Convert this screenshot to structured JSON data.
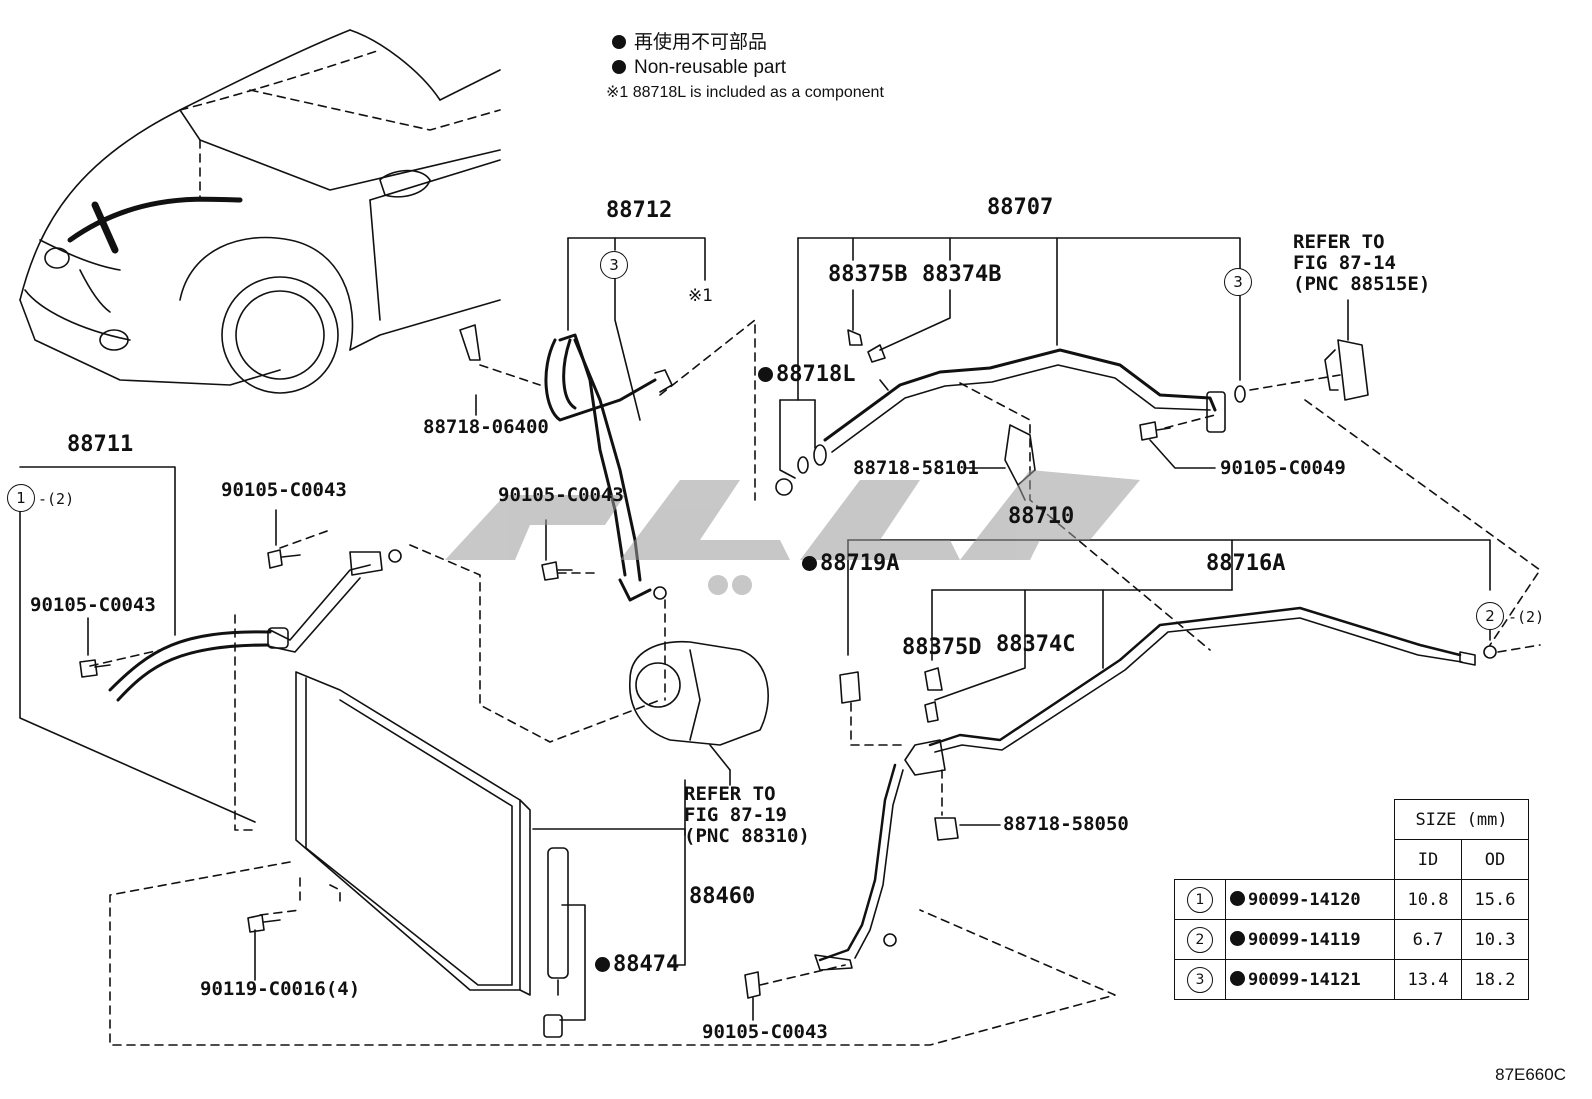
{
  "legend": {
    "jp": "再使用不可部品",
    "en": "Non-reusable part",
    "note": "※1  88718L is included as a component"
  },
  "labels": {
    "p88712": "88712",
    "p88707": "88707",
    "p88711": "88711",
    "p88710": "88710",
    "p88460": "88460",
    "p88474": "88474",
    "p88375B": "88375B",
    "p88374B": "88374B",
    "p88718L": "88718L",
    "p88718_06400": "88718-06400",
    "p88718_58101": "88718-58101",
    "p88719A": "88719A",
    "p88716A": "88716A",
    "p88375D": "88375D",
    "p88374C": "88374C",
    "p88718_58050": "88718-58050",
    "bolt_a": "90105-C0043",
    "bolt_b": "90105-C0043",
    "bolt_c": "90105-C0043",
    "bolt_d": "90105-C0043",
    "bolt_e": "90105-C0049",
    "bolt_f": "90119-C0016(4)",
    "ref_1": "※1",
    "circle_1": "1",
    "circle_1_qty": "-(2)",
    "circle_2": "2",
    "circle_2_qty": "-(2)",
    "circle_3a": "3",
    "circle_3b": "3"
  },
  "refer_a": {
    "l1": "REFER TO",
    "l2": "FIG 87-14",
    "l3": "(PNC 88515E)"
  },
  "refer_b": {
    "l1": "REFER TO",
    "l2": "FIG 87-19",
    "l3": "(PNC 88310)"
  },
  "size_table": {
    "header": "SIZE (mm)",
    "col_id": "ID",
    "col_od": "OD",
    "rows": [
      {
        "num": "1",
        "part": "90099-14120",
        "id": "10.8",
        "od": "15.6"
      },
      {
        "num": "2",
        "part": "90099-14119",
        "id": "6.7",
        "od": "10.3"
      },
      {
        "num": "3",
        "part": "90099-14121",
        "id": "13.4",
        "od": "18.2"
      }
    ]
  },
  "figure_code": "87E660C"
}
